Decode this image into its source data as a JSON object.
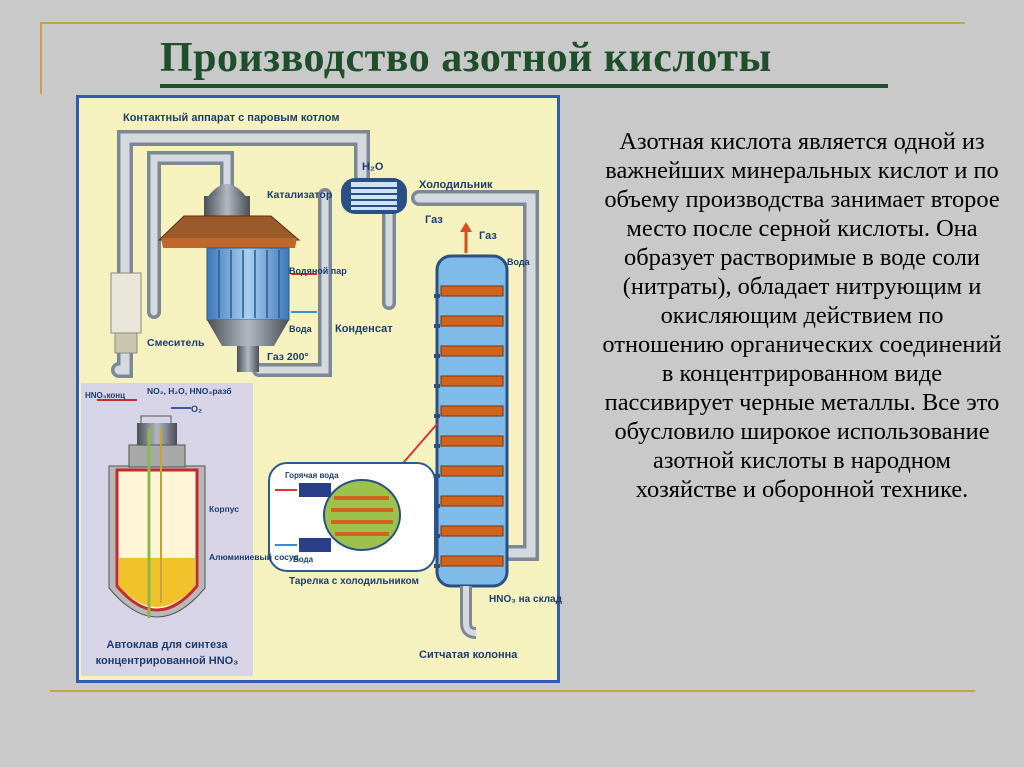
{
  "slide": {
    "title": "Производство азотной кислоты",
    "description": "Азотная кислота является одной из важнейших минеральных кислот и по объему производства занимает второе место после серной кислоты. Она образует растворимые в воде соли (нитраты), обладает нитрующим и окисляющим действием по отношению органических соединений в концентрированном виде пассивирует черные металлы. Все это обусловило широкое использование азотной кислоты в народном хозяйстве и оборонной технике."
  },
  "diagram": {
    "labels": {
      "contact_apparatus": "Контактный аппарат с паровым котлом",
      "catalyst": "Катализатор",
      "water_steam": "Водяной пар",
      "water": "Вода",
      "mixer": "Смеситель",
      "gas_200": "Газ 200°",
      "h2o": "H₂O",
      "cooler": "Холодильник",
      "gas": "Газ",
      "condensate": "Конденсат",
      "gas_top": "Газ",
      "water_col": "Вода",
      "hno3_storage": "HNO₃ на склад",
      "sieve_column": "Ситчатая колонна",
      "hot_water": "Горячая вода",
      "water_inset": "Вода",
      "tray_cooler": "Тарелка с холодильником",
      "autoclave_inputs": "NO₂, H₂O, HNO₃разб",
      "hno3_conc": "HNO₃конц",
      "o2": "O₂",
      "body": "Корпус",
      "al_vessel": "Алюминиевый сосуд",
      "autoclave_caption_1": "Автоклав для синтеза",
      "autoclave_caption_2": "концентрированной HNO₃"
    },
    "colors": {
      "background": "#f6f2c0",
      "border": "#2f5bb2",
      "pipe": "#a9b4c0",
      "vessel_blue": "#6fa8dc",
      "tray_orange": "#e07b24"
    }
  }
}
